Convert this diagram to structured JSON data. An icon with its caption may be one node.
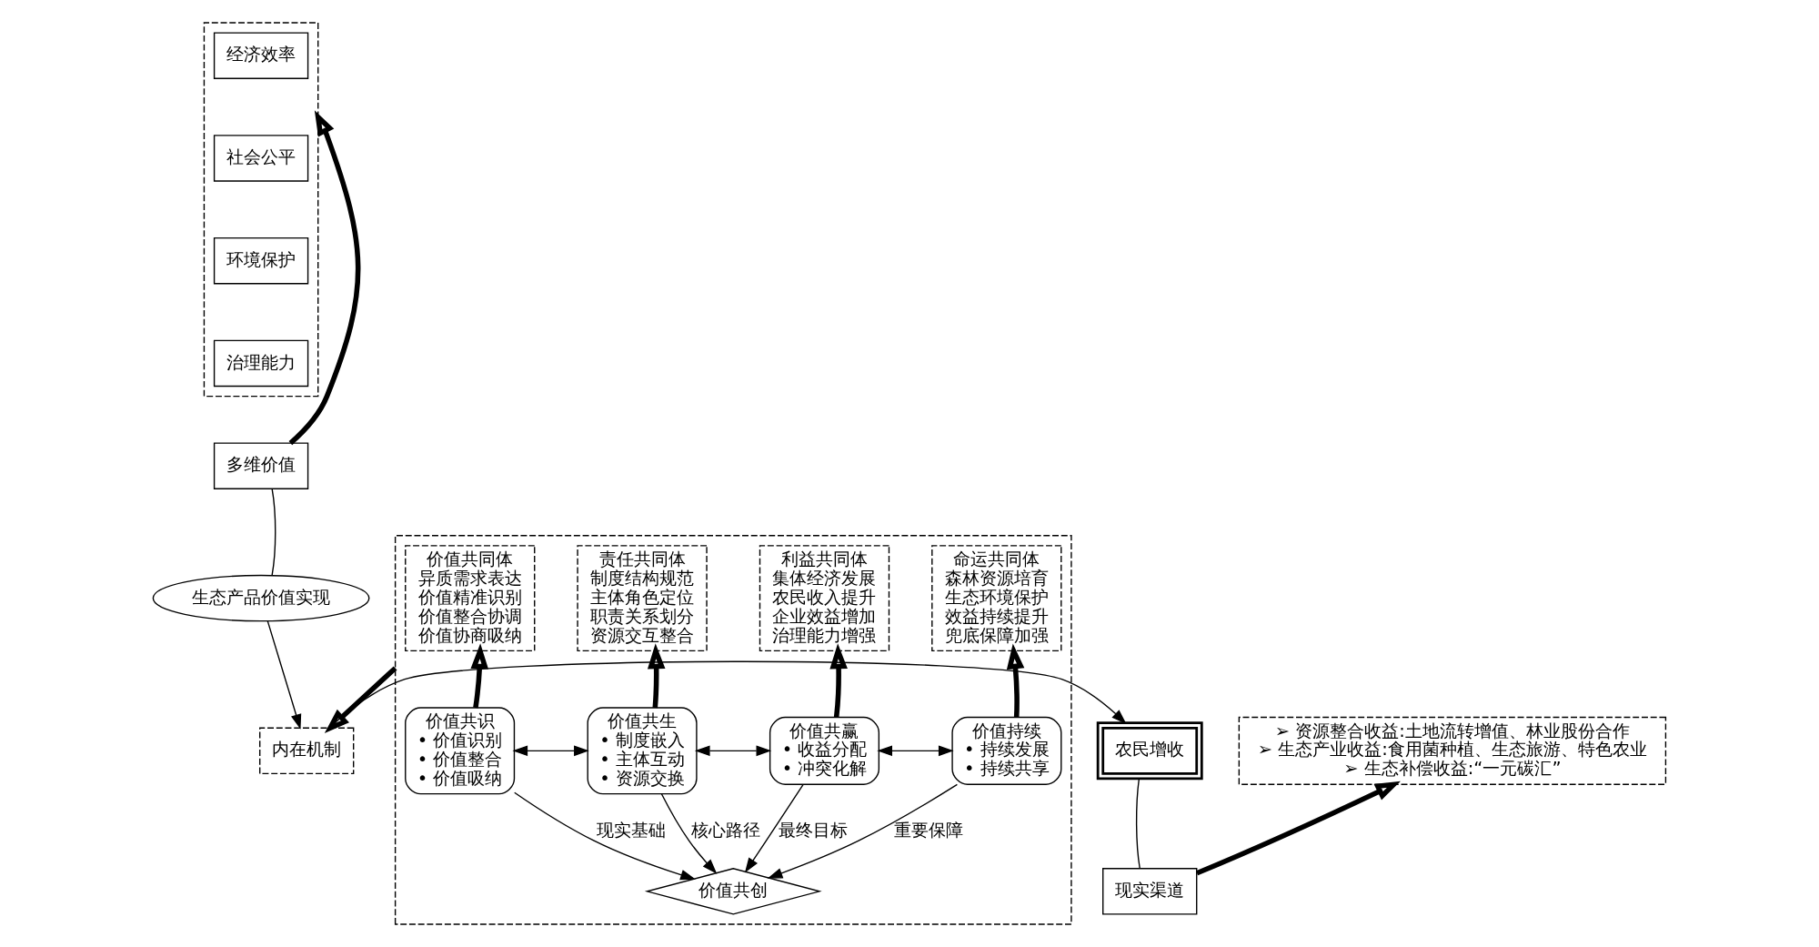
{
  "diagram": {
    "nodes": [
      {
        "text": [],
        "shape": "box"
      },
      {
        "text": [
          "经济效率"
        ],
        "in": 0
      },
      {
        "text": [
          "社会公平"
        ],
        "in": 0
      },
      {
        "text": [
          "环境保护"
        ],
        "in": 0
      },
      {
        "text": [
          "治理能力"
        ],
        "in": 0
      },
      {
        "text": [
          "多维价值"
        ]
      },
      {
        "text": [
          "生态产品价值实现"
        ]
      },
      {
        "text": [],
        "shape": "box"
      },
      {
        "text": [
          "价值共同体",
          "异质需求表达",
          "价值精准识别",
          "价值整合协调",
          "价值协商吸纳"
        ],
        "in": 7
      },
      {
        "text": [
          "责任共同体",
          "制度结构规范",
          "主体角色定位",
          "职责关系划分",
          "资源交互整合"
        ],
        "in": 7
      },
      {
        "text": [
          "利益共同体",
          "集体经济发展",
          "农民收入提升",
          "企业效益增加",
          "治理能力增强"
        ],
        "in": 7
      },
      {
        "text": [
          "命运共同体",
          "森林资源培育",
          "生态环境保护",
          "效益持续提升",
          "兜底保障加强"
        ],
        "in": 7
      },
      {
        "text": [
          "价值共识",
          "• 价值识别",
          "• 价值整合",
          "• 价值吸纳"
        ],
        "in": 7
      },
      {
        "text": [
          "价值共生",
          "• 制度嵌入",
          "• 主体互动",
          "• 资源交换"
        ],
        "in": 7
      },
      {
        "text": [
          "价值共赢",
          "• 收益分配",
          "• 冲突化解"
        ],
        "in": 7
      },
      {
        "text": [
          "价值持续",
          "• 持续发展",
          "• 持续共享"
        ],
        "in": 7
      },
      {
        "text": [
          "价值共创"
        ],
        "in": 7
      },
      {
        "text": [
          "内在机制"
        ]
      },
      {
        "text": [
          "➢ 资源整合收益:土地流转增值、林业股份合作",
          "➢ 生态产业收益:食用菌种植、生态旅游、特色农业",
          "➢ 生态补偿收益:“一元碳汇”"
        ]
      },
      {
        "text": [
          "现实渠道"
        ]
      },
      {
        "text": [
          "农民增收"
        ]
      }
    ],
    "edges": [
      {
        "from": 5,
        "to": 0,
        "arrow": "to",
        "style": "thick"
      },
      {
        "from": 6,
        "to": 5,
        "arrow": "none"
      },
      {
        "from": 12,
        "to": 8,
        "arrow": "to",
        "style": "thick"
      },
      {
        "from": 13,
        "to": 9,
        "arrow": "to",
        "style": "thick"
      },
      {
        "from": 14,
        "to": 10,
        "arrow": "to",
        "style": "thick"
      },
      {
        "from": 15,
        "to": 11,
        "arrow": "to",
        "style": "thick"
      },
      {
        "from": 12,
        "to": 13,
        "arrow": "both"
      },
      {
        "from": 13,
        "to": 14,
        "arrow": "both"
      },
      {
        "from": 14,
        "to": 15,
        "arrow": "both"
      },
      {
        "from": 12,
        "to": 16,
        "arrow": "to",
        "label": "现实基础"
      },
      {
        "from": 13,
        "to": 16,
        "arrow": "to",
        "label": "核心路径"
      },
      {
        "from": 14,
        "to": 16,
        "arrow": "to",
        "label": "最终目标"
      },
      {
        "from": 15,
        "to": 16,
        "arrow": "to",
        "label": "重要保障"
      },
      {
        "from": 7,
        "to": 17,
        "arrow": "to",
        "style": "thick"
      },
      {
        "from": 6,
        "to": 17,
        "arrow": "to"
      },
      {
        "from": 17,
        "to": 20,
        "arrow": "to"
      },
      {
        "from": 20,
        "to": 19,
        "arrow": "none"
      },
      {
        "from": 19,
        "to": 18,
        "arrow": "to",
        "style": "thick"
      }
    ]
  }
}
